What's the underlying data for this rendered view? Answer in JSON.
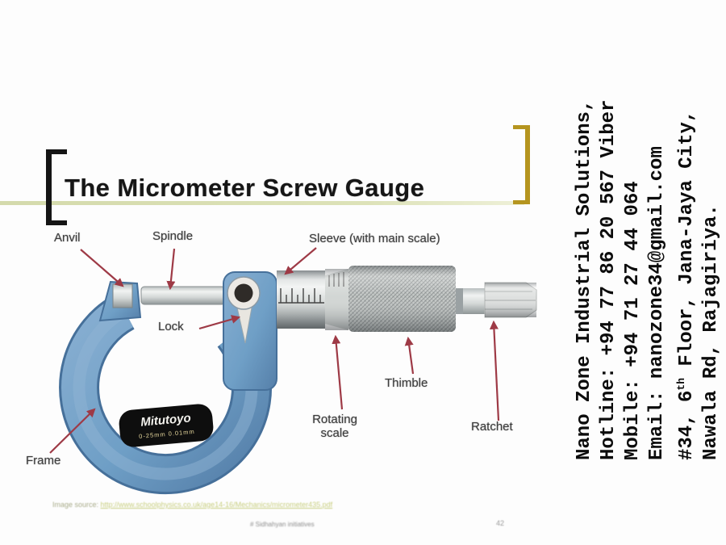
{
  "slide": {
    "title": "The Micrometer Screw Gauge"
  },
  "diagram": {
    "labels": {
      "anvil": "Anvil",
      "spindle": "Spindle",
      "sleeve": "Sleeve (with main scale)",
      "lock": "Lock",
      "thimble": "Thimble",
      "rotating_scale": "Rotating scale",
      "ratchet": "Ratchet",
      "frame": "Frame"
    },
    "device": {
      "brand": "Mitutoyo",
      "range_text": "0-25mm  0.01mm"
    }
  },
  "contact": {
    "company": "Nano Zone Industrial Solutions,",
    "hotline": "Hotline: +94 77 86 20 567 Viber",
    "mobile": "Mobile: +94 71 27 44 064",
    "email": "Email: nanozone34@gmail.com",
    "address_line1": {
      "pre": "#34, 6",
      "sup": "th",
      "post": " Floor, Jana-Jaya City,"
    },
    "address_line2": "Nawala Rd, Rajagiriya."
  },
  "footer": {
    "image_source_label": "Image source:",
    "image_source_url": "http://www.schoolphysics.co.uk/age14-16/Mechanics/micrometer435.pdf",
    "credit": "# Sidhahyan initiatives",
    "page_number": "42"
  },
  "colors": {
    "arrow_red": "#9e3a46",
    "frame_blue": "#6f9fc6",
    "bracket_gold": "#b5951f",
    "underline_olive": "#d6dcb0"
  }
}
